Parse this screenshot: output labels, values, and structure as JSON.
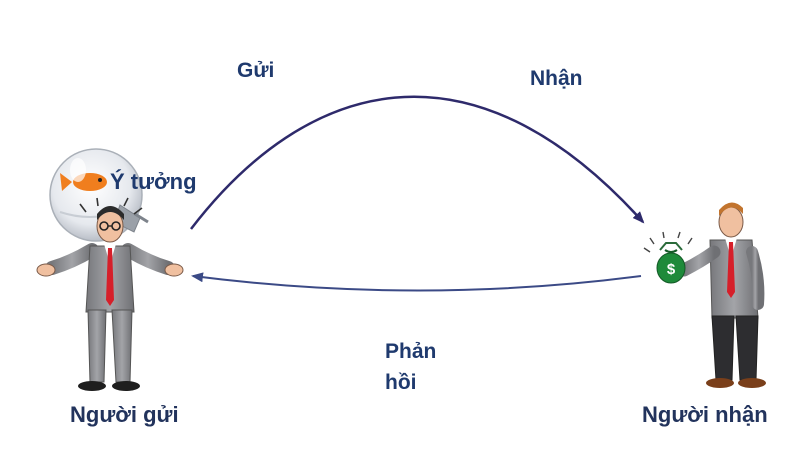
{
  "diagram": {
    "send_label": "Gửi",
    "receive_label": "Nhận",
    "idea_label": "Ý tưởng",
    "feedback_label_line1": "Phản",
    "feedback_label_line2": "hồi",
    "sender_label": "Người gửi",
    "receiver_label": "Người nhận"
  },
  "colors": {
    "text": "#1f3a6e",
    "send_arrow": "#2e2a6b",
    "feedback_arrow": "#3b4a86",
    "suit": "#8e8f94",
    "tie": "#d61f2a",
    "money_bag": "#1e8a3a"
  },
  "icons": {
    "idea": "lightbulb-with-fish-icon",
    "money": "money-bag-icon"
  }
}
